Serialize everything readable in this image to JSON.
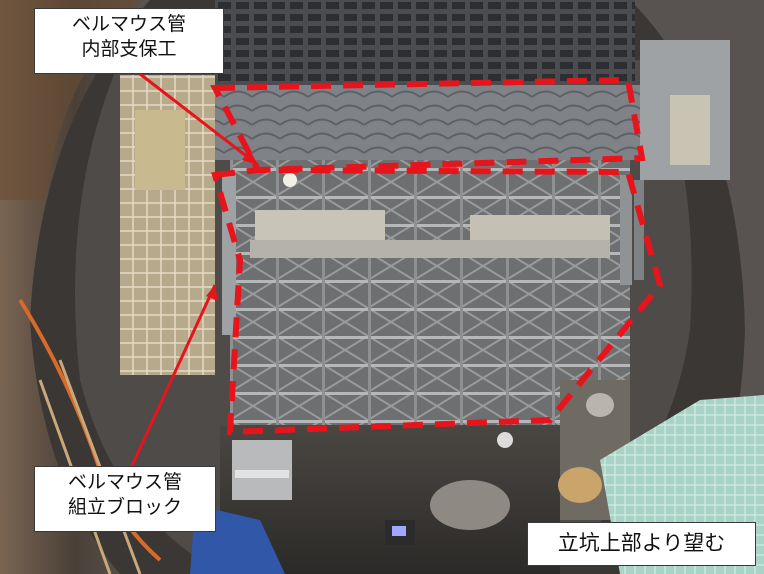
{
  "photo": {
    "description_icon": "construction-shaft-photo"
  },
  "labels": {
    "top": {
      "line1": "ベルマウス管",
      "line2": "内部支保工"
    },
    "bottom": {
      "line1": "ベルマウス管",
      "line2": "組立ブロック"
    },
    "caption": "立坑上部より望む"
  },
  "colors": {
    "highlight": "#e8141c",
    "arrow": "#e8141c",
    "label_bg": "#ffffff",
    "label_border": "#3a3a3a"
  }
}
